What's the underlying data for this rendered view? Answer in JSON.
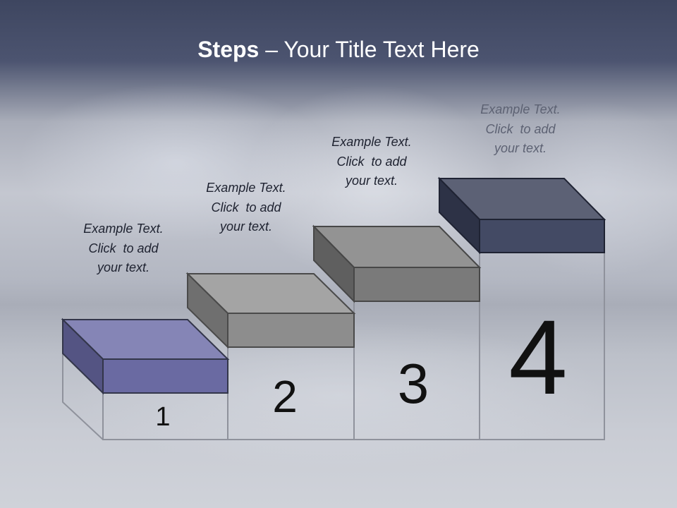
{
  "slide": {
    "title_bold": "Steps",
    "title_rest": " – Your Title Text Here"
  },
  "steps": [
    {
      "number": "1",
      "caption": [
        "Example Text.",
        "Click  to add",
        "your text."
      ],
      "color": "#6e6ea4"
    },
    {
      "number": "2",
      "caption": [
        "Example Text.",
        "Click  to add",
        "your text."
      ],
      "color": "#8e8e8e"
    },
    {
      "number": "3",
      "caption": [
        "Example Text.",
        "Click  to add",
        "your text."
      ],
      "color": "#7a7a7a"
    },
    {
      "number": "4",
      "caption": [
        "Example Text.",
        "Click  to add",
        "your text."
      ],
      "color": "#474e68"
    }
  ]
}
